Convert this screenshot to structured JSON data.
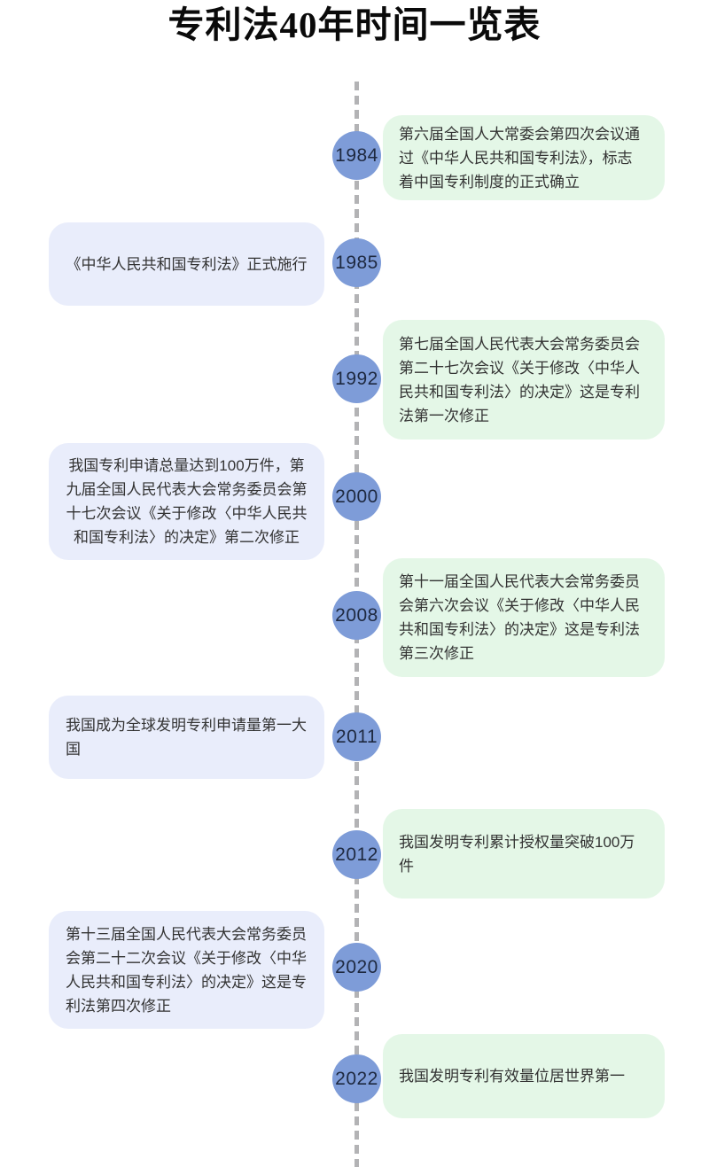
{
  "title": "专利法40年时间一览表",
  "colors": {
    "year_circle": "#7e9cd8",
    "right_card_bg": "#e4f7e7",
    "left_card_bg": "#e9edfb",
    "timeline_dash": "#b3b3b5",
    "body_text": "#333333",
    "year_text": "#1e2940"
  },
  "timeline": {
    "events": [
      {
        "year": "1984",
        "side": "right",
        "text": "第六届全国人大常委会第四次会议通过《中华人民共和国专利法》，标志着中国专利制度的正式确立"
      },
      {
        "year": "1985",
        "side": "left",
        "text": "《中华人民共和国专利法》正式施行"
      },
      {
        "year": "1992",
        "side": "right",
        "text": "第七届全国人民代表大会常务委员会第二十七次会议《关于修改〈中华人民共和国专利法〉的决定》这是专利法第一次修正"
      },
      {
        "year": "2000",
        "side": "left",
        "text": "我国专利申请总量达到100万件，第九届全国人民代表大会常务委员会第十七次会议《关于修改〈中华人民共和国专利法〉的决定》第二次修正"
      },
      {
        "year": "2008",
        "side": "right",
        "text": "第十一届全国人民代表大会常务委员会第六次会议《关于修改〈中华人民共和国专利法〉的决定》这是专利法第三次修正"
      },
      {
        "year": "2011",
        "side": "left",
        "text": "我国成为全球发明专利申请量第一大国"
      },
      {
        "year": "2012",
        "side": "right",
        "text": "我国发明专利累计授权量突破100万件"
      },
      {
        "year": "2020",
        "side": "left",
        "text": "第十三届全国人民代表大会常务委员会第二十二次会议《关于修改〈中华人民共和国专利法〉的决定》这是专利法第四次修正"
      },
      {
        "year": "2022",
        "side": "right",
        "text": "我国发明专利有效量位居世界第一"
      }
    ]
  }
}
